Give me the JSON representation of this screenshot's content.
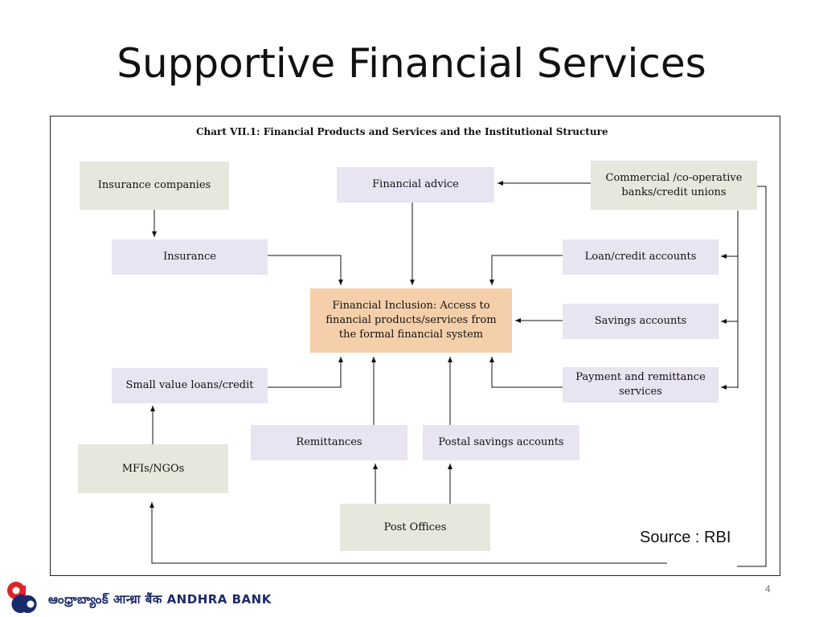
{
  "slide": {
    "title": "Supportive Financial Services",
    "source": "Source : RBI",
    "page_number": "4"
  },
  "chart": {
    "title": "Chart VII.1: Financial Products and Services and the Institutional Structure",
    "boxes": {
      "insurance_companies": "Insurance companies",
      "financial_advice": "Financial advice",
      "commercial_banks": "Commercial /co-operative banks/credit unions",
      "insurance": "Insurance",
      "loan_credit_accounts": "Loan/credit accounts",
      "financial_inclusion": "Financial Inclusion: Access to financial products/services from the formal financial system",
      "savings_accounts": "Savings accounts",
      "small_value_loans": "Small value loans/credit",
      "payment_remittance": "Payment and remittance services",
      "remittances": "Remittances",
      "postal_savings": "Postal savings accounts",
      "mfis_ngos": "MFIs/NGOs",
      "post_offices": "Post Offices"
    }
  },
  "footer": {
    "logo_text": "ఆంధ్రాబ్యాంక్ आन्ध्रा बैंक ANDHRA BANK"
  },
  "colors": {
    "institution_box": "#e6e8dd",
    "service_box": "#e9e4f1",
    "center_box": "#f5cfaa",
    "logo_red": "#d9262c",
    "logo_blue": "#1b2a6b"
  }
}
